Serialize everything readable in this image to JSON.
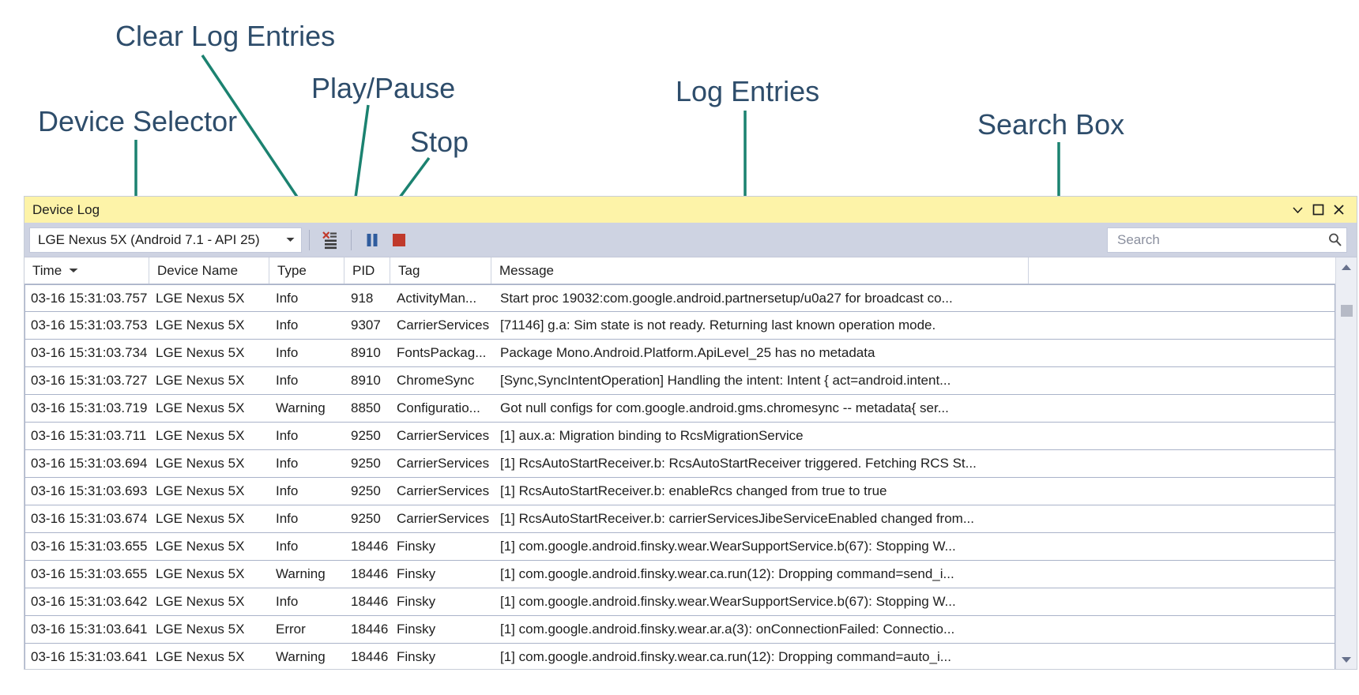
{
  "annotations": [
    {
      "label": "Clear Log Entries",
      "name": "annotation-clear-log-entries"
    },
    {
      "label": "Play/Pause",
      "name": "annotation-play-pause"
    },
    {
      "label": "Device Selector",
      "name": "annotation-device-selector"
    },
    {
      "label": "Stop",
      "name": "annotation-stop"
    },
    {
      "label": "Log Entries",
      "name": "annotation-log-entries"
    },
    {
      "label": "Search Box",
      "name": "annotation-search-box"
    }
  ],
  "colors": {
    "title_bar": "#fdf3a8",
    "toolbar": "#ced3e2",
    "annotation_text": "#2e4d6b",
    "leader_line": "#1b8270",
    "stop_icon": "#c0392b",
    "pause_icon": "#2f5c9e",
    "row_border": "#aab3c9"
  },
  "window": {
    "title": "Device Log",
    "controls": [
      {
        "name": "window-dropdown-icon",
        "glyph": "chevron-down-icon"
      },
      {
        "name": "window-maximize-icon",
        "glyph": "maximize-icon"
      },
      {
        "name": "window-close-icon",
        "glyph": "close-icon"
      }
    ]
  },
  "toolbar": {
    "device_selector": {
      "value": "LGE Nexus 5X (Android 7.1 - API 25)",
      "caret": "chevron-down-icon"
    },
    "buttons": [
      {
        "name": "clear-log-entries-button",
        "icon": "clear-log-icon",
        "title": "Clear Log Entries"
      },
      {
        "name": "play-pause-button",
        "icon": "pause-icon",
        "title": "Play/Pause"
      },
      {
        "name": "stop-button",
        "icon": "stop-icon",
        "title": "Stop"
      }
    ],
    "search": {
      "placeholder": "Search",
      "value": "",
      "icon": "search-icon"
    }
  },
  "grid": {
    "columns": [
      {
        "key": "time",
        "label": "Time",
        "sorted": true,
        "sort_dir": "descending"
      },
      {
        "key": "device",
        "label": "Device Name",
        "sorted": false
      },
      {
        "key": "type",
        "label": "Type",
        "sorted": false
      },
      {
        "key": "pid",
        "label": "PID",
        "sorted": false
      },
      {
        "key": "tag",
        "label": "Tag",
        "sorted": false
      },
      {
        "key": "message",
        "label": "Message",
        "sorted": false
      }
    ],
    "rows": [
      {
        "time": "03-16 15:31:03.757",
        "device": "LGE Nexus 5X",
        "type": "Info",
        "pid": "918",
        "tag": "ActivityMan...",
        "message": "Start proc 19032:com.google.android.partnersetup/u0a27 for broadcast co..."
      },
      {
        "time": "03-16 15:31:03.753",
        "device": "LGE Nexus 5X",
        "type": "Info",
        "pid": "9307",
        "tag": "CarrierServices",
        "message": "[71146] g.a: Sim state is not ready. Returning last known operation mode."
      },
      {
        "time": "03-16 15:31:03.734",
        "device": "LGE Nexus 5X",
        "type": "Info",
        "pid": "8910",
        "tag": "FontsPackag...",
        "message": "Package Mono.Android.Platform.ApiLevel_25 has no metadata"
      },
      {
        "time": "03-16 15:31:03.727",
        "device": "LGE Nexus 5X",
        "type": "Info",
        "pid": "8910",
        "tag": "ChromeSync",
        "message": "[Sync,SyncIntentOperation] Handling the intent: Intent { act=android.intent..."
      },
      {
        "time": "03-16 15:31:03.719",
        "device": "LGE Nexus 5X",
        "type": "Warning",
        "pid": "8850",
        "tag": "Configuratio...",
        "message": "Got null configs for com.google.android.gms.chromesync -- metadata{ ser..."
      },
      {
        "time": "03-16 15:31:03.711",
        "device": "LGE Nexus 5X",
        "type": "Info",
        "pid": "9250",
        "tag": "CarrierServices",
        "message": "[1] aux.a: Migration binding to RcsMigrationService"
      },
      {
        "time": "03-16 15:31:03.694",
        "device": "LGE Nexus 5X",
        "type": "Info",
        "pid": "9250",
        "tag": "CarrierServices",
        "message": "[1] RcsAutoStartReceiver.b: RcsAutoStartReceiver triggered. Fetching RCS St..."
      },
      {
        "time": "03-16 15:31:03.693",
        "device": "LGE Nexus 5X",
        "type": "Info",
        "pid": "9250",
        "tag": "CarrierServices",
        "message": "[1] RcsAutoStartReceiver.b: enableRcs changed from true to true"
      },
      {
        "time": "03-16 15:31:03.674",
        "device": "LGE Nexus 5X",
        "type": "Info",
        "pid": "9250",
        "tag": "CarrierServices",
        "message": "[1] RcsAutoStartReceiver.b: carrierServicesJibeServiceEnabled changed from..."
      },
      {
        "time": "03-16 15:31:03.655",
        "device": "LGE Nexus 5X",
        "type": "Info",
        "pid": "18446",
        "tag": "Finsky",
        "message": "[1] com.google.android.finsky.wear.WearSupportService.b(67): Stopping W..."
      },
      {
        "time": "03-16 15:31:03.655",
        "device": "LGE Nexus 5X",
        "type": "Warning",
        "pid": "18446",
        "tag": "Finsky",
        "message": "[1] com.google.android.finsky.wear.ca.run(12): Dropping command=send_i..."
      },
      {
        "time": "03-16 15:31:03.642",
        "device": "LGE Nexus 5X",
        "type": "Info",
        "pid": "18446",
        "tag": "Finsky",
        "message": "[1] com.google.android.finsky.wear.WearSupportService.b(67): Stopping W..."
      },
      {
        "time": "03-16 15:31:03.641",
        "device": "LGE Nexus 5X",
        "type": "Error",
        "pid": "18446",
        "tag": "Finsky",
        "message": "[1] com.google.android.finsky.wear.ar.a(3): onConnectionFailed: Connectio..."
      },
      {
        "time": "03-16 15:31:03.641",
        "device": "LGE Nexus 5X",
        "type": "Warning",
        "pid": "18446",
        "tag": "Finsky",
        "message": "[1] com.google.android.finsky.wear.ca.run(12): Dropping command=auto_i..."
      }
    ]
  },
  "scrollbar": {
    "up_arrow": "scroll-up-icon",
    "down_arrow": "scroll-down-icon",
    "thumb": "scroll-thumb"
  }
}
